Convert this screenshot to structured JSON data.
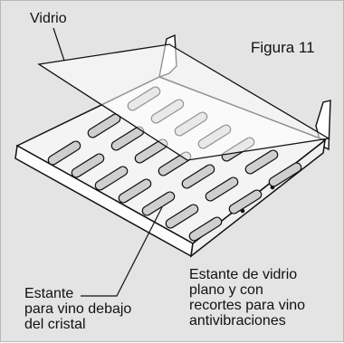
{
  "figure": {
    "title": "Figura 11",
    "glass_label": "Vidrio",
    "lower_shelf_label": [
      "Estante",
      "para vino debajo",
      "del cristal"
    ],
    "shelf_description": [
      "Estante de vidrio",
      "plano y con",
      "recortes para vino",
      "antivibraciones"
    ]
  },
  "colors": {
    "background": "#e4e4e4",
    "line": "#111111",
    "glass": "#ffffff"
  }
}
